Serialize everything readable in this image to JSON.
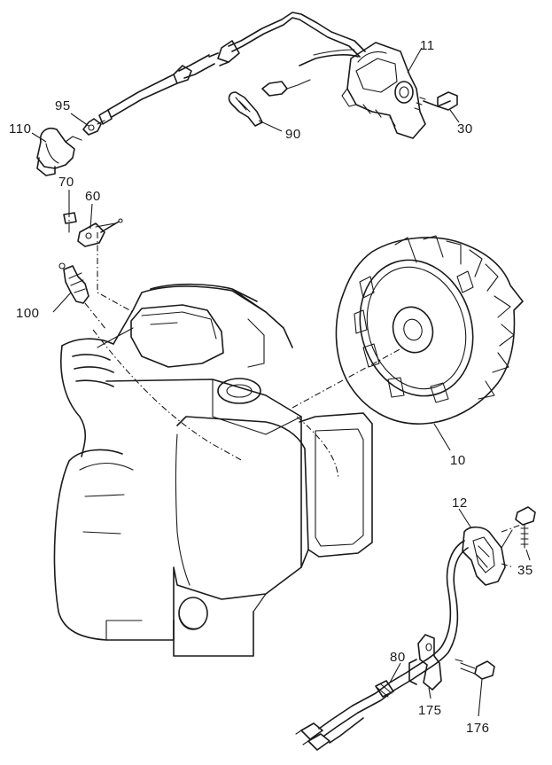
{
  "callouts": {
    "p11": "11",
    "p95": "95",
    "p110": "110",
    "p90": "90",
    "p30": "30",
    "p70": "70",
    "p60": "60",
    "p100": "100",
    "p10": "10",
    "p12": "12",
    "p35": "35",
    "p80": "80",
    "p175": "175",
    "p176": "176"
  },
  "colors": {
    "line": "#1a1a1a",
    "background": "#ffffff"
  }
}
